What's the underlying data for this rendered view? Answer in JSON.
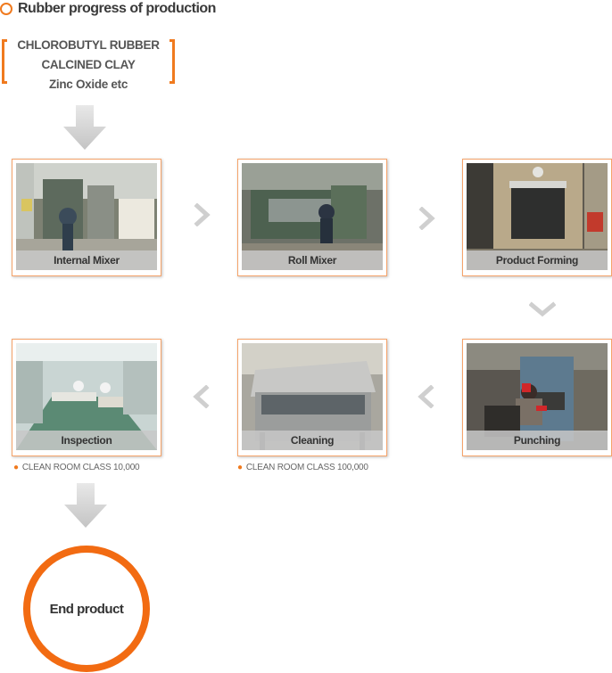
{
  "title": "Rubber progress of production",
  "materials": [
    "CHLOROBUTYL RUBBER",
    "CALCINED CLAY",
    "Zinc Oxide etc"
  ],
  "steps": [
    {
      "label": "Internal Mixer"
    },
    {
      "label": "Roll Mixer"
    },
    {
      "label": "Product Forming"
    },
    {
      "label": "Punching"
    },
    {
      "label": "Cleaning"
    },
    {
      "label": "Inspection"
    }
  ],
  "notes": {
    "cleaning": "CLEAN ROOM CLASS 100,000",
    "inspection": "CLEAN ROOM CLASS 10,000"
  },
  "end_product": "End product",
  "colors": {
    "accent": "#f07a1e",
    "arrow": "#cfcfcf",
    "card_border": "#f5a36a"
  }
}
